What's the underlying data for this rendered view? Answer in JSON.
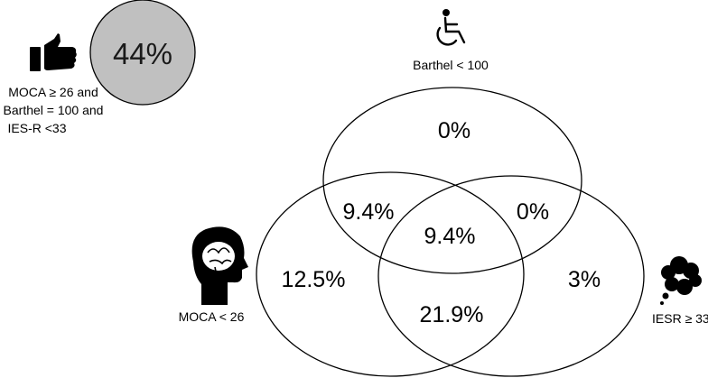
{
  "highlight": {
    "percent": "44%",
    "criteria": [
      "MOCA ≥ 26 and",
      "Barthel = 100 and",
      "IES-R <33"
    ],
    "circle_fill": "#c0c0c0",
    "icon": "thumbs-up-icon"
  },
  "sets": {
    "barthel": {
      "label": "Barthel < 100",
      "icon": "wheelchair-icon"
    },
    "moca": {
      "label": "MOCA < 26",
      "icon": "brain-head-icon"
    },
    "iesr": {
      "label": "IESR ≥ 33",
      "icon": "thought-cloud-icon"
    }
  },
  "regions": {
    "barthel_only": "0%",
    "barthel_moca": "9.4%",
    "barthel_iesr": "0%",
    "all_three": "9.4%",
    "moca_only": "12.5%",
    "iesr_only": "3%",
    "moca_iesr": "21.9%"
  }
}
